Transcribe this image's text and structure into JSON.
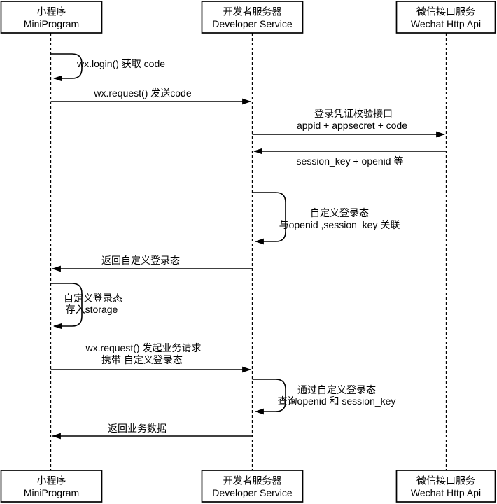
{
  "diagram": {
    "type": "sequence",
    "title": "WeChat MiniProgram login flow",
    "colors": {
      "line": "#000000",
      "background": "#ffffff",
      "box_fill": "#ffffff",
      "text": "#000000"
    },
    "actors": [
      {
        "id": "miniprogram",
        "name_zh": "小程序",
        "name_en": "MiniProgram"
      },
      {
        "id": "developer-service",
        "name_zh": "开发者服务器",
        "name_en": "Developer Service"
      },
      {
        "id": "wechat-api",
        "name_zh": "微信接口服务",
        "name_en": "Wechat Http Api"
      }
    ],
    "messages": [
      {
        "from": "miniprogram",
        "to": "miniprogram",
        "kind": "self",
        "lines": [
          "wx.login() 获取 code"
        ]
      },
      {
        "from": "miniprogram",
        "to": "developer-service",
        "kind": "arrow",
        "lines": [
          "wx.request() 发送code"
        ]
      },
      {
        "from": "developer-service",
        "to": "wechat-api",
        "kind": "arrow",
        "lines": [
          "登录凭证校验接口",
          "appid + appsecret + code"
        ]
      },
      {
        "from": "wechat-api",
        "to": "developer-service",
        "kind": "arrow",
        "lines": [
          "session_key + openid 等"
        ]
      },
      {
        "from": "developer-service",
        "to": "developer-service",
        "kind": "self",
        "lines": [
          "自定义登录态",
          "与openid ,session_key 关联"
        ]
      },
      {
        "from": "developer-service",
        "to": "miniprogram",
        "kind": "arrow",
        "lines": [
          "返回自定义登录态"
        ]
      },
      {
        "from": "miniprogram",
        "to": "miniprogram",
        "kind": "self",
        "lines": [
          "自定义登录态",
          "存入storage"
        ]
      },
      {
        "from": "miniprogram",
        "to": "developer-service",
        "kind": "arrow",
        "lines": [
          "wx.request() 发起业务请求",
          "携带 自定义登录态"
        ]
      },
      {
        "from": "developer-service",
        "to": "developer-service",
        "kind": "self",
        "lines": [
          "通过自定义登录态",
          "查询openid 和 session_key"
        ]
      },
      {
        "from": "developer-service",
        "to": "miniprogram",
        "kind": "arrow",
        "lines": [
          "返回业务数据"
        ]
      }
    ]
  }
}
